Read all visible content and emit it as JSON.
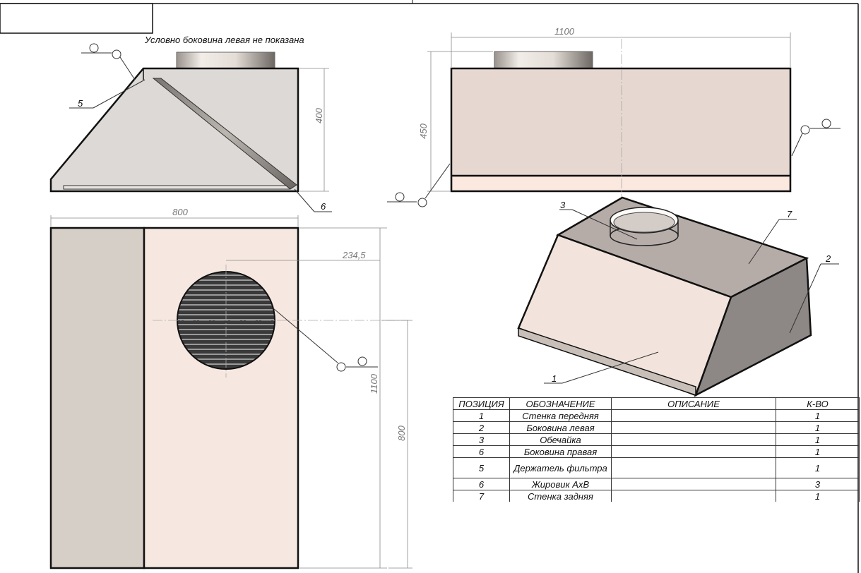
{
  "note": "Условно боковина левая не показана",
  "dimensions": {
    "side_height": "400",
    "front_width": "1100",
    "front_height": "450",
    "top_width": "800",
    "top_length": "1100",
    "top_length_inner": "800",
    "offset": "234,5"
  },
  "callouts": {
    "side_5": "5",
    "side_6": "6",
    "iso_1": "1",
    "iso_2": "2",
    "iso_3": "3",
    "iso_7": "7"
  },
  "bom": {
    "headers": [
      "ПОЗИЦИЯ",
      "ОБОЗНАЧЕНИЕ",
      "ОПИСАНИЕ",
      "К-ВО"
    ],
    "rows": [
      {
        "pos": "1",
        "name": "Стенка передняя",
        "desc": "",
        "qty": "1"
      },
      {
        "pos": "2",
        "name": "Боковина левая",
        "desc": "",
        "qty": "1"
      },
      {
        "pos": "3",
        "name": "Обечайка",
        "desc": "",
        "qty": "1"
      },
      {
        "pos": "6",
        "name": "Боковина правая",
        "desc": "",
        "qty": "1"
      },
      {
        "pos": "5",
        "name": "Держатель фильтра",
        "desc": "",
        "qty": "1"
      },
      {
        "pos": "6",
        "name": "Жировик АхВ",
        "desc": "",
        "qty": "3"
      },
      {
        "pos": "7",
        "name": "Стенка задняя",
        "desc": "",
        "qty": "1"
      }
    ]
  }
}
